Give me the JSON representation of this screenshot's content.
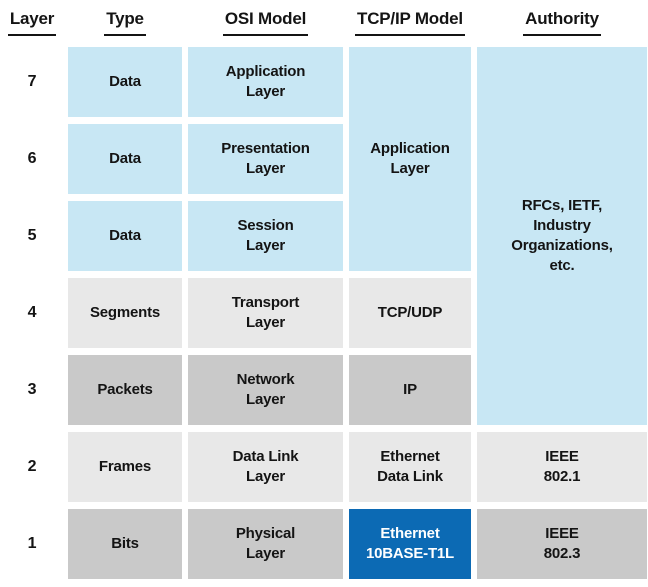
{
  "title": "OSI Model vs TCP/IP Model layer comparison",
  "header": {
    "layer": "Layer",
    "type": "Type",
    "osi": "OSI Model",
    "tcpip": "TCP/IP Model",
    "authority": "Authority"
  },
  "rows": [
    {
      "layer": "7",
      "type": "Data",
      "osi": "Application\nLayer"
    },
    {
      "layer": "6",
      "type": "Data",
      "osi": "Presentation\nLayer"
    },
    {
      "layer": "5",
      "type": "Data",
      "osi": "Session\nLayer"
    },
    {
      "layer": "4",
      "type": "Segments",
      "osi": "Transport\nLayer",
      "tcpip": "TCP/UDP"
    },
    {
      "layer": "3",
      "type": "Packets",
      "osi": "Network\nLayer",
      "tcpip": "IP"
    },
    {
      "layer": "2",
      "type": "Frames",
      "osi": "Data Link\nLayer",
      "tcpip": "Ethernet\nData Link",
      "authority": "IEEE\n802.1"
    },
    {
      "layer": "1",
      "type": "Bits",
      "osi": "Physical\nLayer",
      "tcpip": "Ethernet\n10BASE-T1L",
      "authority": "IEEE\n802.3"
    }
  ],
  "merged": {
    "tcpip_application": "Application\nLayer",
    "authority_rfcs": "RFCs, IETF,\nIndustry\nOrganizations,\netc."
  },
  "colors": {
    "light_blue": "#c8e7f4",
    "light_gray": "#e8e8e8",
    "mid_gray": "#c9c9c9",
    "highlight_blue": "#0c6ab4",
    "highlight_text": "#ffffff",
    "text": "#141414"
  }
}
